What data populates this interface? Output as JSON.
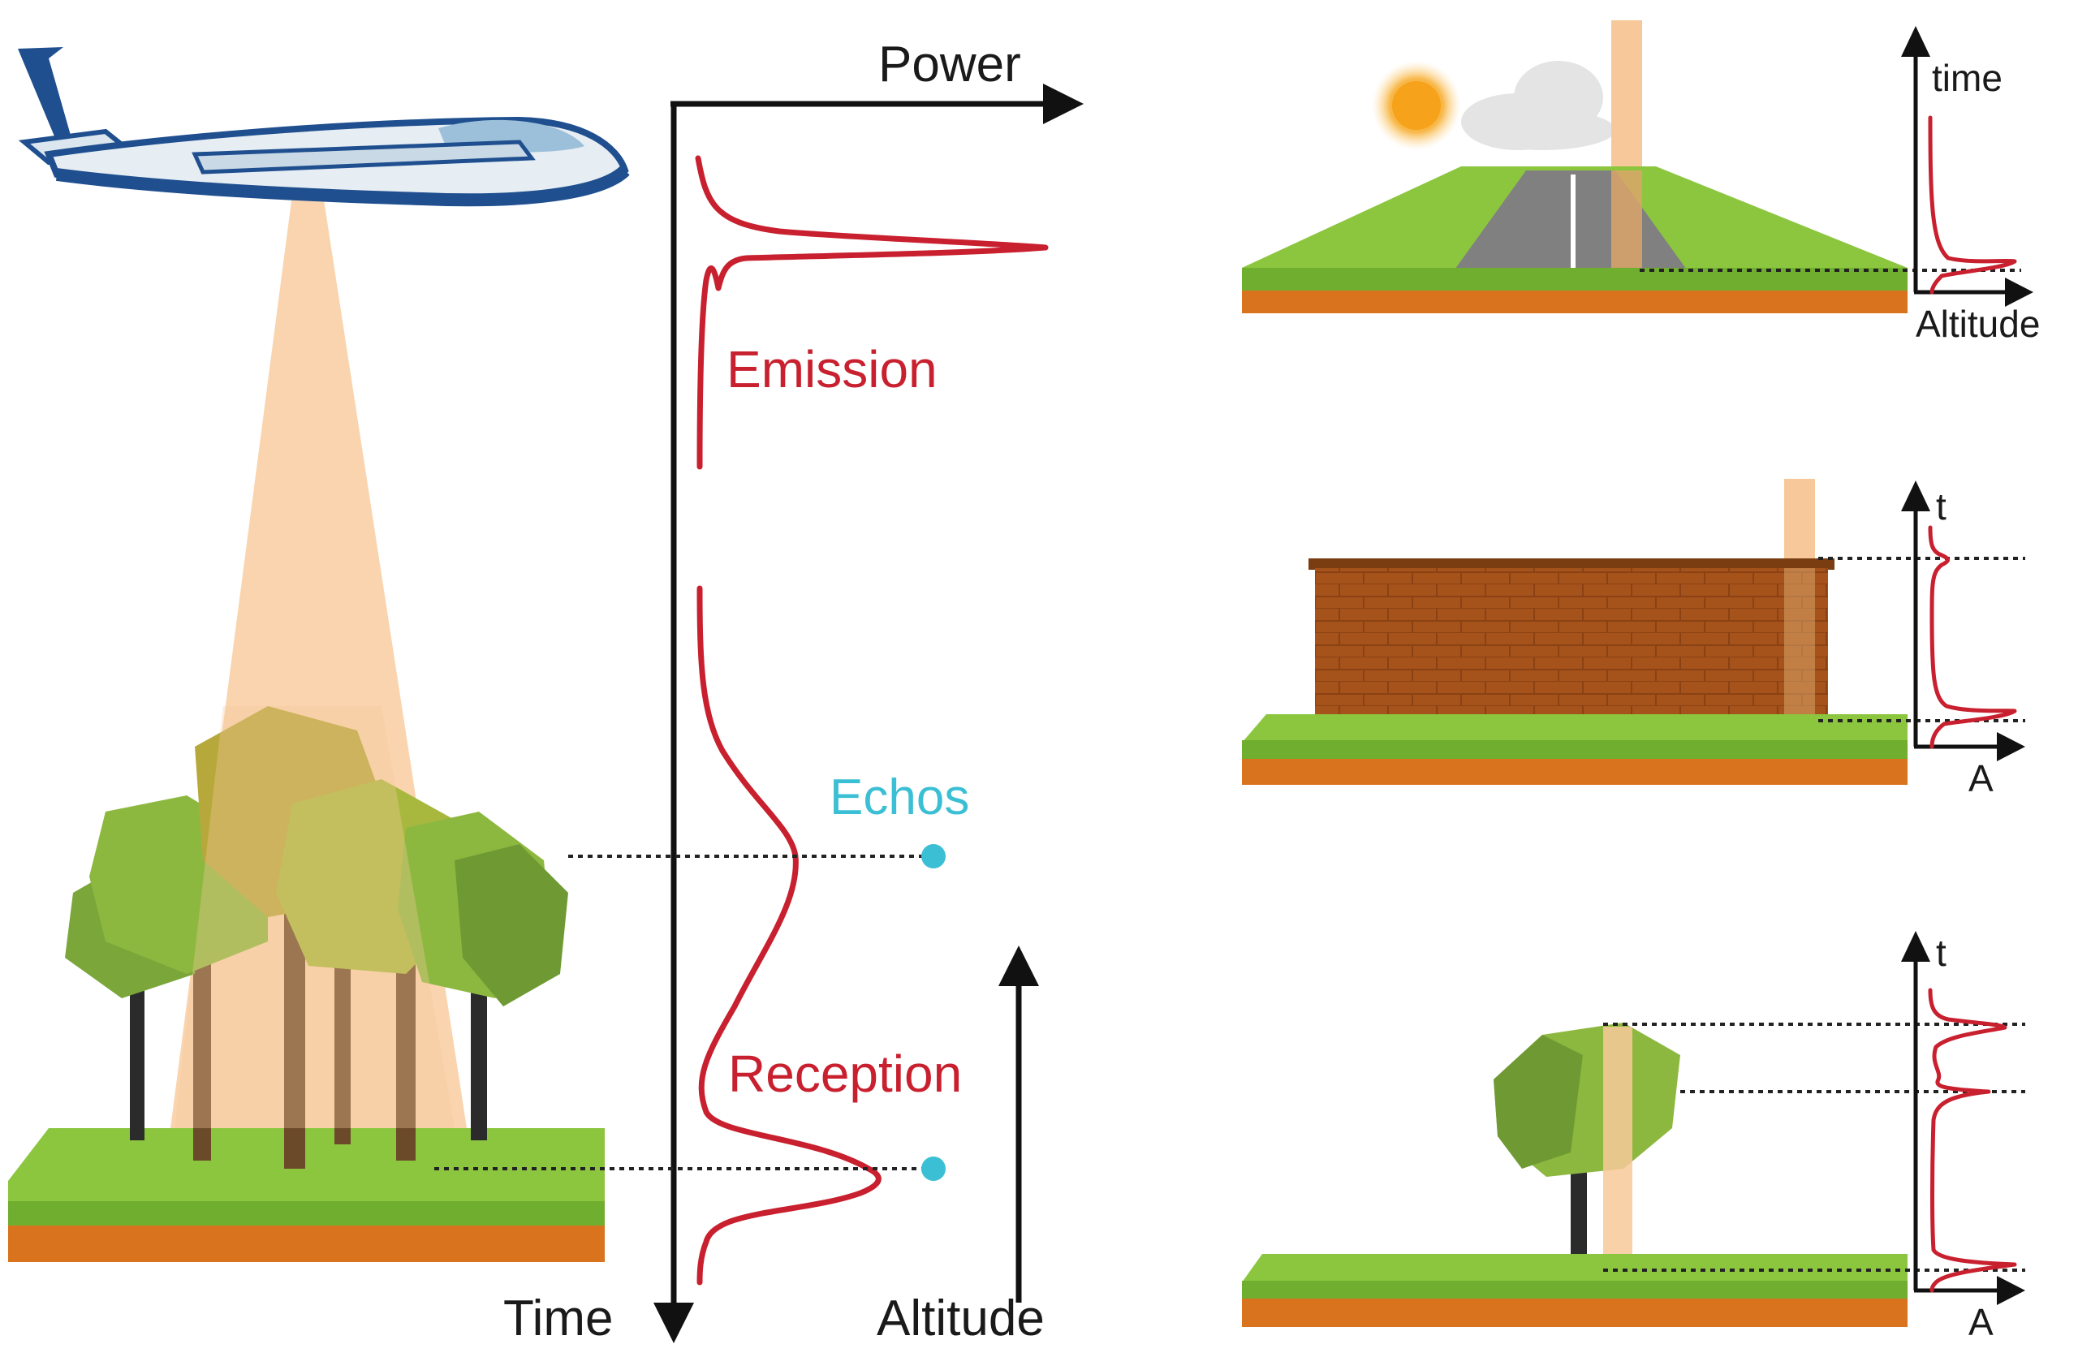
{
  "main": {
    "power_label": "Power",
    "time_label": "Time",
    "altitude_label": "Altitude",
    "emission_label": "Emission",
    "echos_label": "Echos",
    "reception_label": "Reception"
  },
  "panels": {
    "road": {
      "y_label": "time",
      "x_label": "Altitude"
    },
    "wall": {
      "y_label": "t",
      "x_label": "A"
    },
    "tree": {
      "y_label": "t",
      "x_label": "A"
    }
  },
  "colors": {
    "waveform": "#c8202e",
    "echo_dot": "#3bbfd4",
    "laser_beam": "#f7c99a",
    "grass": "#8cc63f",
    "soil": "#d9731e",
    "wall": "#a5521b"
  }
}
